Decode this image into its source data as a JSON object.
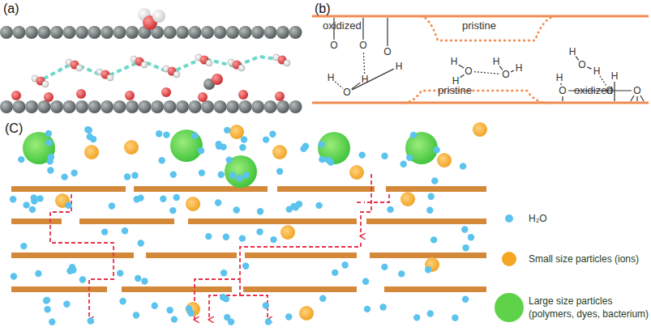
{
  "diagram": {
    "labels": [
      "(a)",
      "(b)",
      "oxidized",
      "pristine",
      "pristine",
      "oxidized",
      "O",
      "O",
      "O",
      "H",
      "O",
      "H",
      "H",
      "H",
      "H",
      "O",
      "H",
      "O",
      "H",
      "H",
      "O",
      "H",
      "H",
      "O",
      "H",
      "O",
      "O",
      "(C)"
    ],
    "legend": [
      {
        "text": "H₂O",
        "color": "#5bc3ee"
      },
      {
        "text": "Small size particles (ions)",
        "color": "#f5a623"
      },
      {
        "text": "Large size particles (polymers, dyes, bacterium)",
        "color": "#5ed34a"
      }
    ]
  }
}
